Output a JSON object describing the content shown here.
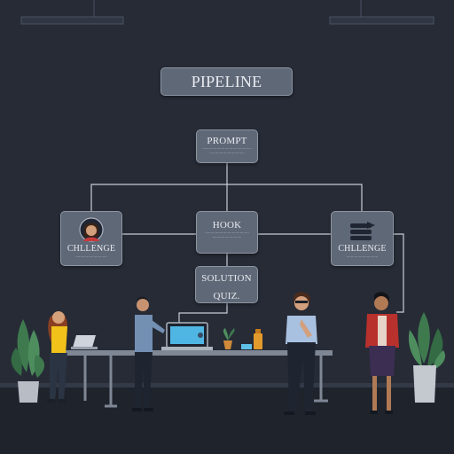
{
  "title": "PIPELINE",
  "nodes": {
    "prompt": {
      "label": "PROMPT"
    },
    "hook": {
      "label": "HOOK"
    },
    "challenge_left": {
      "label": "CHLLENGE"
    },
    "challenge_right": {
      "label": "CHLLENGE"
    },
    "solution": {
      "label_line1": "SOLUTION",
      "label_line2": "QUIZ."
    }
  },
  "colors": {
    "background": "#262b36",
    "node_fill": "#5f6877",
    "connector": "#c8ccd3",
    "floor": "#333946"
  }
}
